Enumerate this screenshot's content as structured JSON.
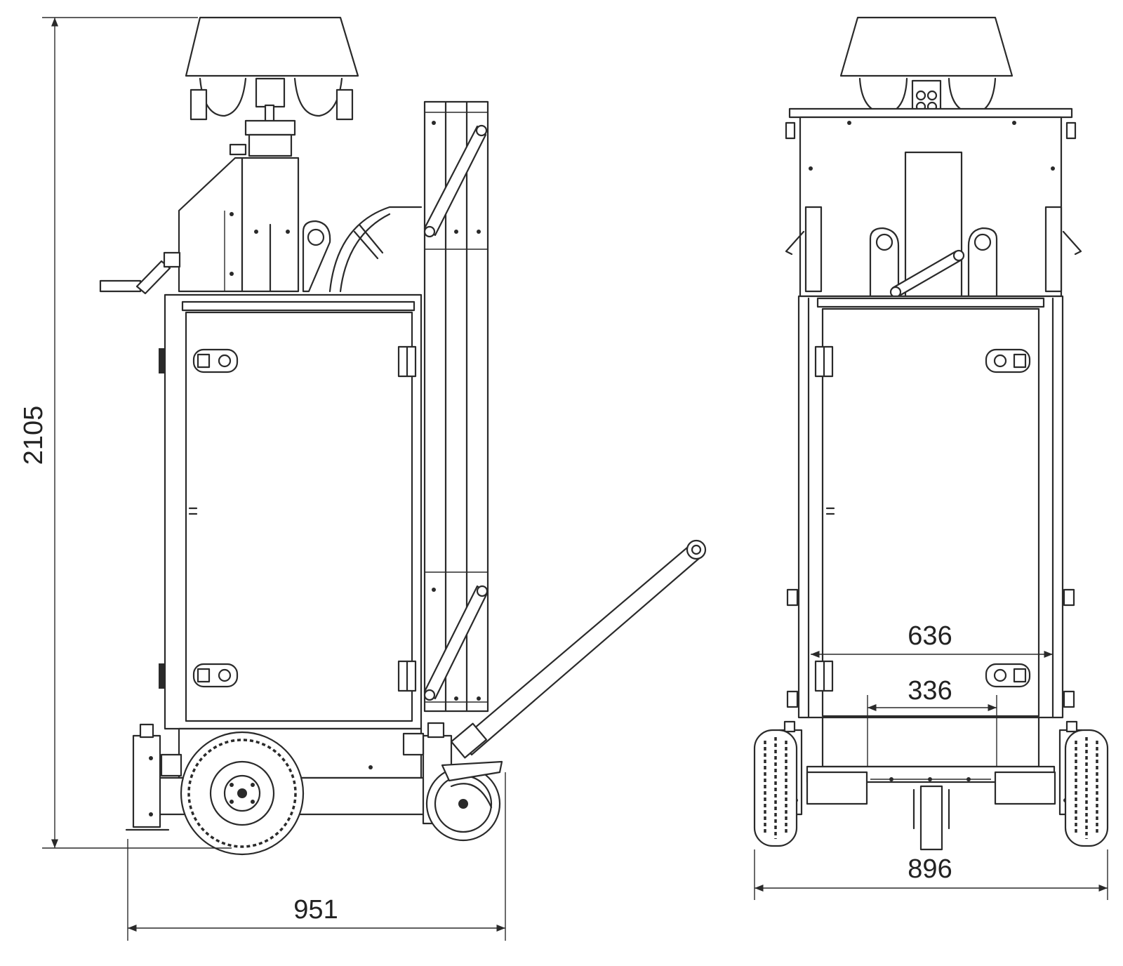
{
  "dimensions": {
    "height": "2105",
    "side_width": "951",
    "front_width": "896",
    "track_width": "636",
    "hitch_width": "336"
  }
}
